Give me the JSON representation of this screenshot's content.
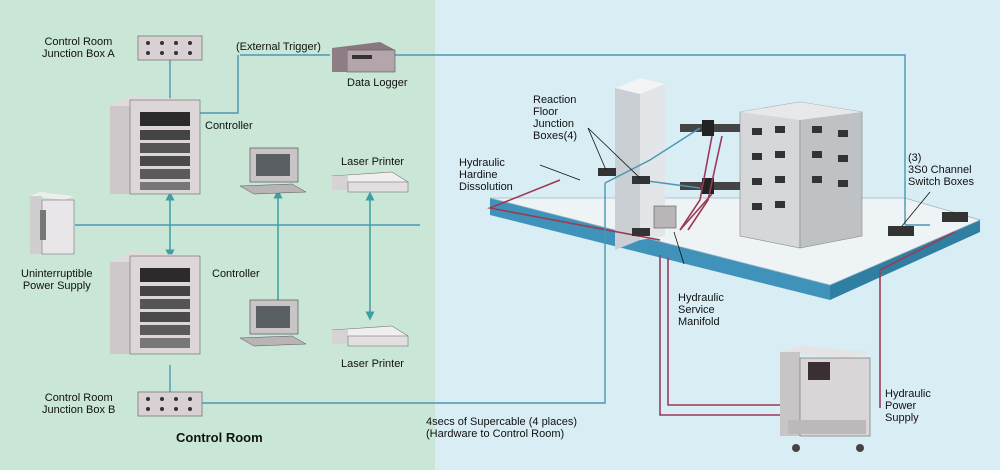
{
  "colors": {
    "control_room_bg": "#c9e6d6",
    "lab_bg": "#d9edf5",
    "cable_blue": "#4a97b3",
    "arrow_teal": "#3e9ea3",
    "hydraulic_line": "#9c3a55",
    "floor": "#e6edf0",
    "floor_edge": "#3f93ba"
  },
  "labels": {
    "junction_box_a": "Control Room\nJunction Box A",
    "external_trigger": "(External Trigger)",
    "data_logger": "Data Logger",
    "controller_1": "Controller",
    "laser_printer_1": "Laser Printer",
    "ups": "Uninterruptible\nPower Supply",
    "controller_2": "Controller",
    "laser_printer_2": "Laser Printer",
    "junction_box_b": "Control Room\nJunction Box B",
    "control_room": "Control Room",
    "reaction_floor": "Reaction\nFloor\nJunction\nBoxes(4)",
    "hydraulic_hardline": "Hydraulic\nHardine\nDissolution",
    "switch_boxes": "(3)\n3S0 Channel\nSwitch Boxes",
    "service_manifold": "Hydraulic\nService\nManifold",
    "supercable": "4secs of Supercable (4 places)\n(Hardware to Control Room)",
    "power_supply": "Hydraulic\nPower\nSupply"
  }
}
